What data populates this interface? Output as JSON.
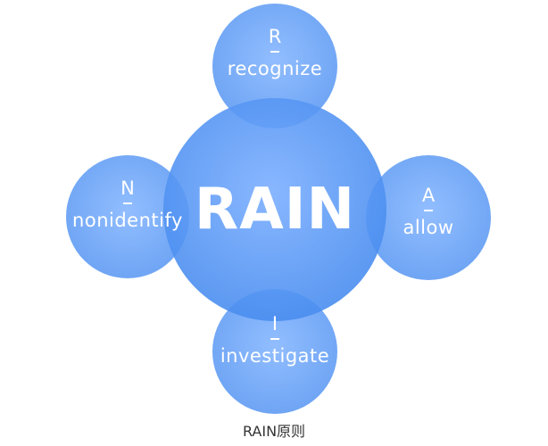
{
  "diagram": {
    "center": {
      "text": "RAIN"
    },
    "nodes": {
      "top": {
        "letter": "R",
        "word": "recognize"
      },
      "left": {
        "letter": "N",
        "word": "nonidentify"
      },
      "right": {
        "letter": "A",
        "word": "allow"
      },
      "bottom": {
        "letter": "I",
        "word": "investigate"
      }
    },
    "caption": "RAIN原则",
    "colors": {
      "circle_fill": "#5796f2",
      "circle_highlight": "#80b3ff",
      "text": "#ffffff",
      "caption_text": "#333333"
    }
  }
}
